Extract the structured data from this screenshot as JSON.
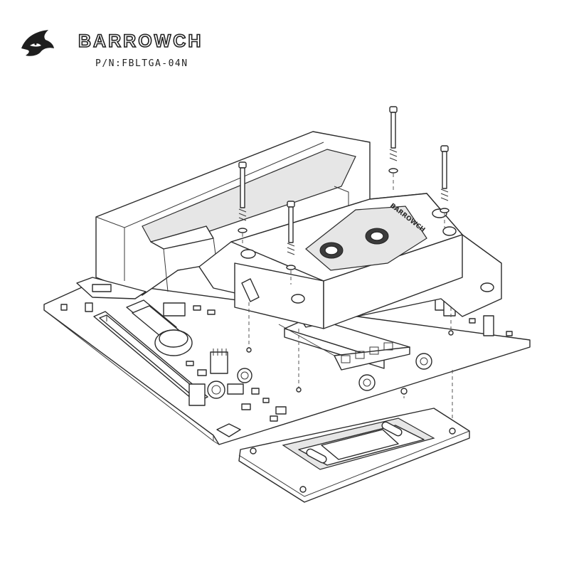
{
  "header": {
    "brand": "BARROWCH",
    "part_number": "P/N:FBLTGA-04N"
  },
  "block": {
    "engraving": "BARROWCH"
  },
  "icons": {
    "logo": "shark-logo-icon"
  },
  "colors": {
    "line": "#2b2b2b",
    "background": "#ffffff"
  }
}
